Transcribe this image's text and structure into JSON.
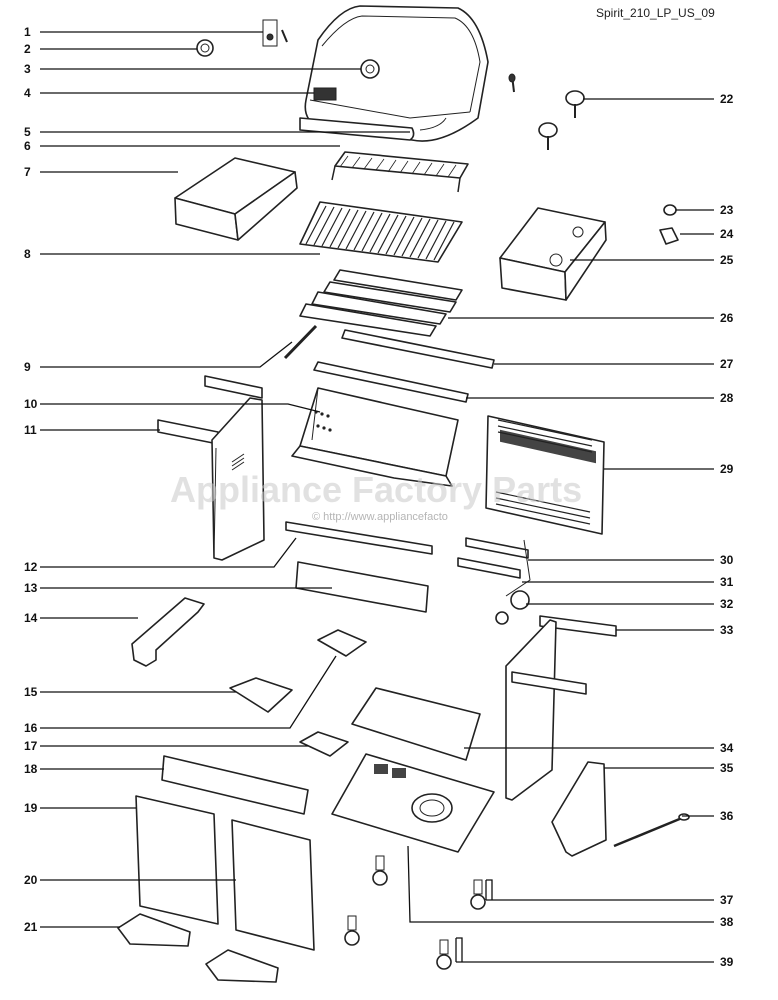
{
  "diagram": {
    "title": "Spirit_210_LP_US_09",
    "watermark": "Appliance Factory Parts",
    "watermark_url": "© http://www.appliancefacto",
    "callouts": [
      "1",
      "2",
      "3",
      "4",
      "5",
      "6",
      "7",
      "8",
      "9",
      "10",
      "11",
      "12",
      "13",
      "14",
      "15",
      "16",
      "17",
      "18",
      "19",
      "20",
      "21",
      "22",
      "23",
      "24",
      "25",
      "26",
      "27",
      "28",
      "29",
      "30",
      "31",
      "32",
      "33",
      "34",
      "35",
      "36",
      "37",
      "38",
      "39"
    ]
  }
}
